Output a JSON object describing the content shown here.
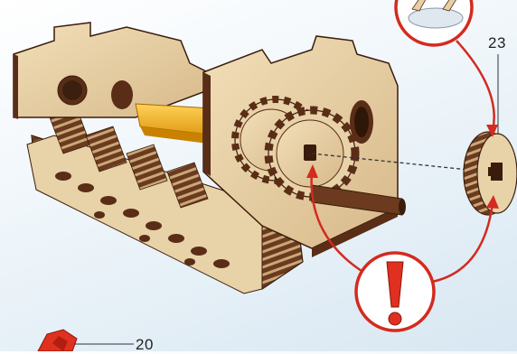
{
  "diagram": {
    "part_labels": [
      {
        "id": "23",
        "text": "23"
      },
      {
        "id": "20",
        "text": "20"
      }
    ],
    "callouts": [
      {
        "name": "glue-callout-top",
        "icon": "glue-bowl-icon"
      },
      {
        "name": "warning-callout",
        "icon": "exclamation-icon"
      }
    ],
    "colors": {
      "plywood": "#e6cfa4",
      "plywood_dark": "#5a2d17",
      "layer_light": "#c9a877",
      "callout_red": "#d42a1f",
      "axle_yellow": "#f0b12a"
    }
  }
}
